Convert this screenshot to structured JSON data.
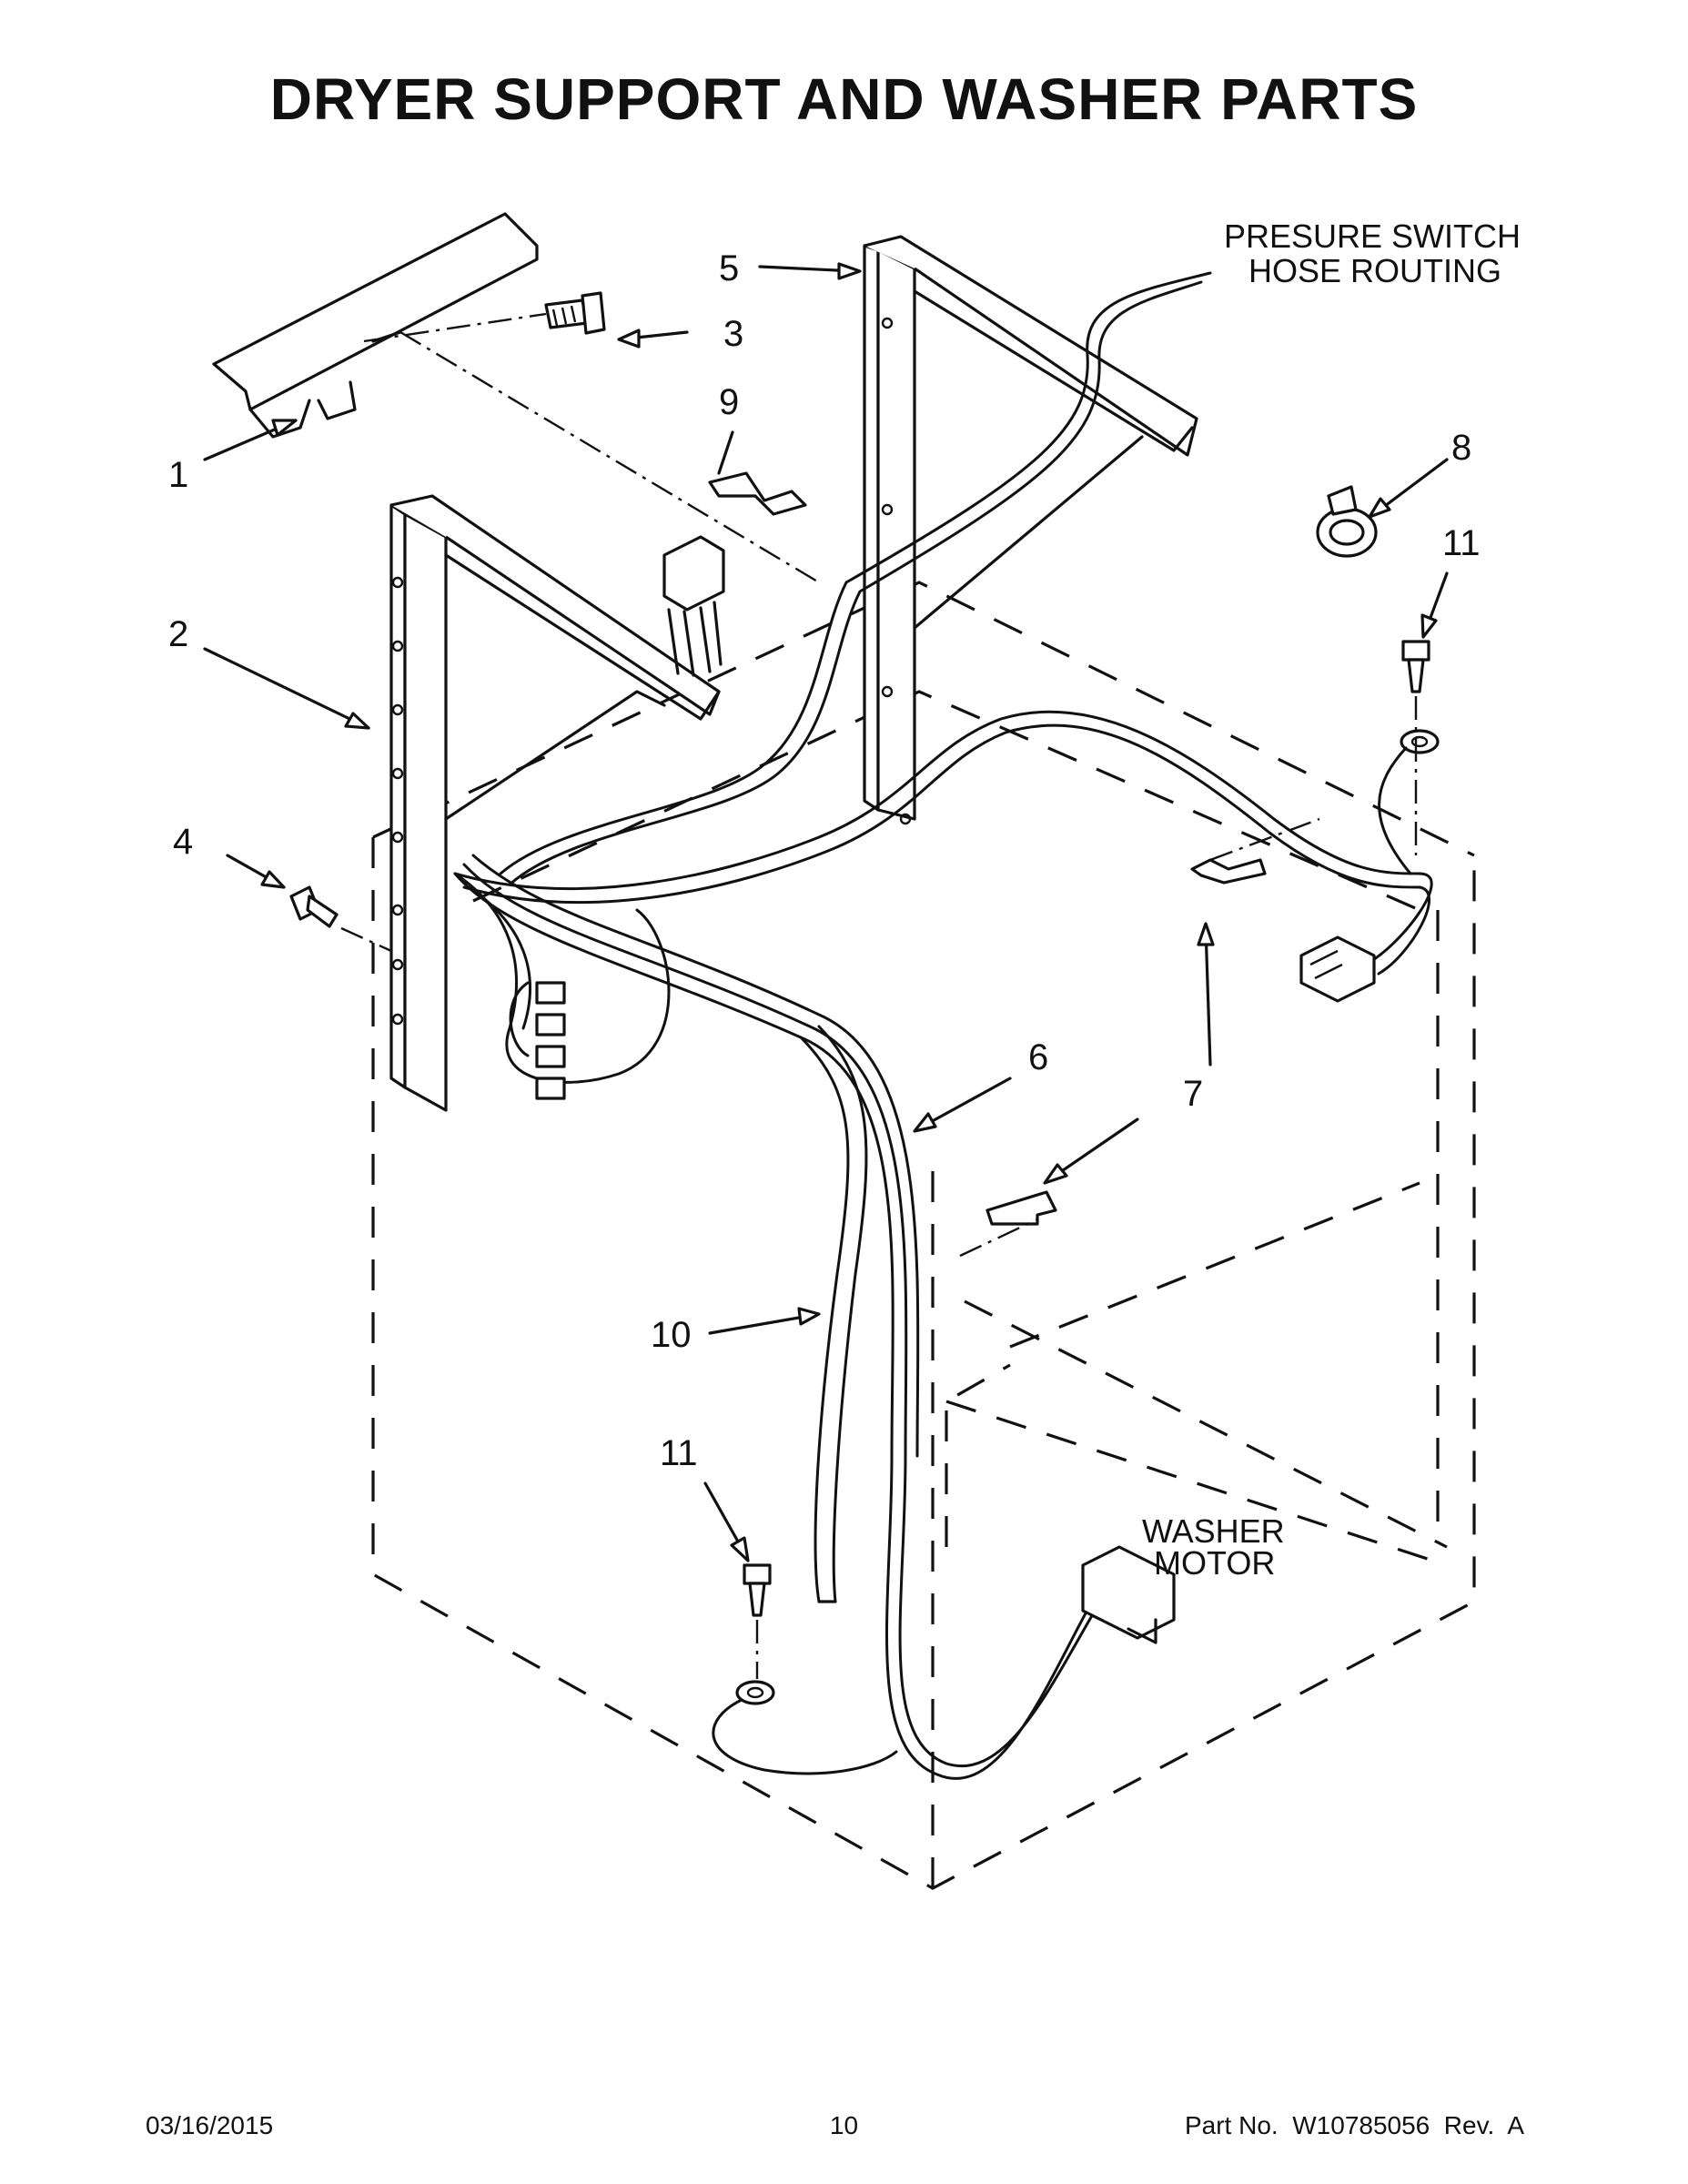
{
  "title": "DRYER SUPPORT AND WASHER PARTS",
  "notes": {
    "hose_routing_line1": "PRESURE SWITCH",
    "hose_routing_line2": "HOSE ROUTING",
    "motor_line1": "WASHER",
    "motor_line2": "MOTOR"
  },
  "callouts": {
    "c1": "1",
    "c2": "2",
    "c3": "3",
    "c4": "4",
    "c5": "5",
    "c6": "6",
    "c7": "7",
    "c8": "8",
    "c9": "9",
    "c10": "10",
    "c11a": "11",
    "c11b": "11"
  },
  "footer": {
    "date": "03/16/2015",
    "page": "10",
    "part_number": "Part No.  W10785056  Rev.  A"
  }
}
